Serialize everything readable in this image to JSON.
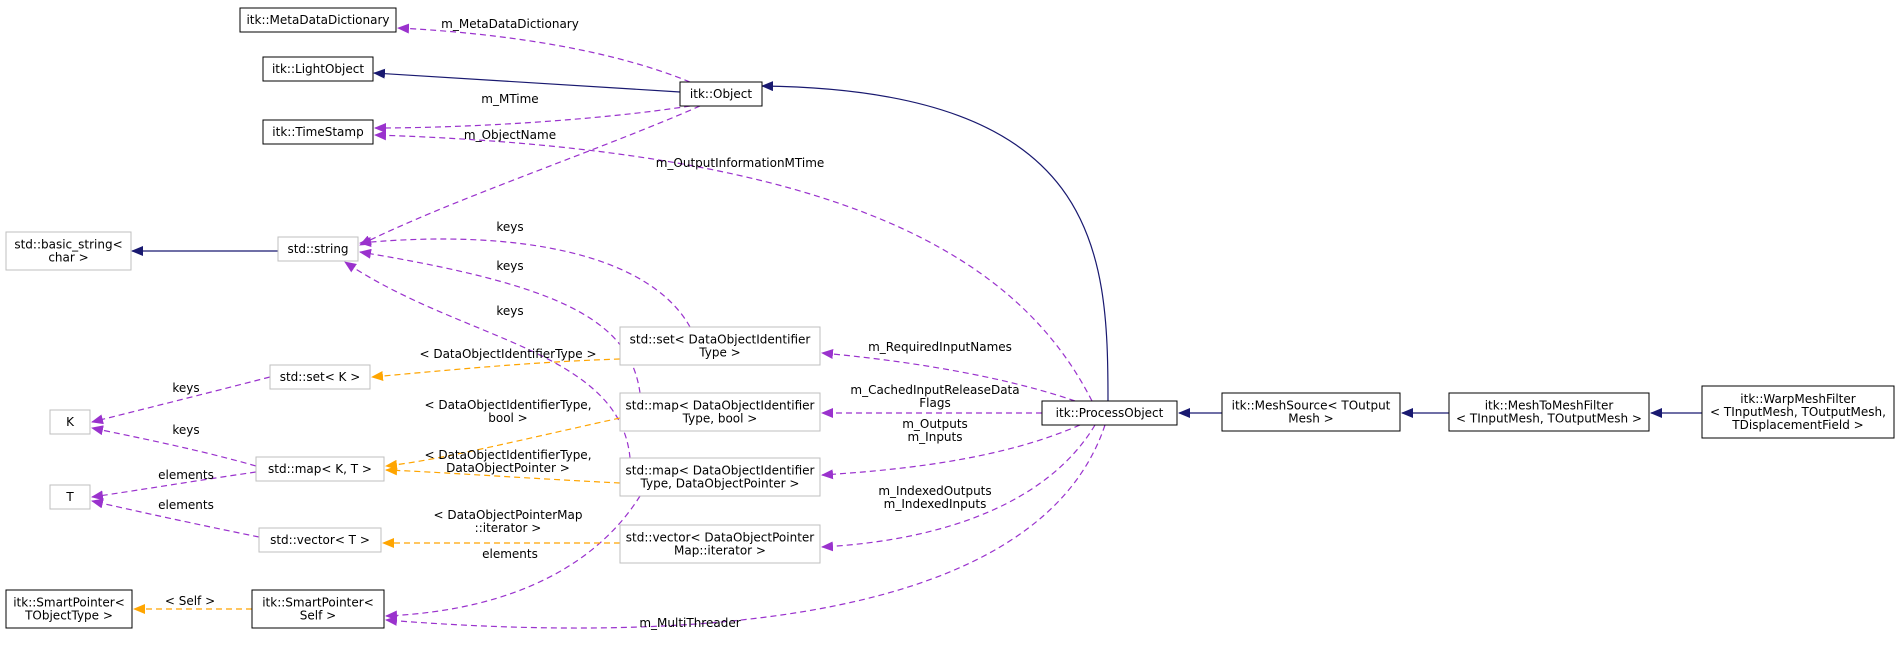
{
  "colors": {
    "inherit": "#191970",
    "member": "#9a32cd",
    "template": "#ffa500",
    "box_solid": "#000000",
    "box_gray": "#bfbfbf",
    "focus_fill": "#bfbfbf"
  },
  "nodes": {
    "metadata_dictionary": {
      "lines": [
        "itk::MetaDataDictionary"
      ]
    },
    "light_object": {
      "lines": [
        "itk::LightObject"
      ]
    },
    "time_stamp": {
      "lines": [
        "itk::TimeStamp"
      ]
    },
    "object": {
      "lines": [
        "itk::Object"
      ]
    },
    "basic_string": {
      "lines": [
        "std::basic_string<",
        "char >"
      ]
    },
    "string": {
      "lines": [
        "std::string"
      ]
    },
    "k": {
      "lines": [
        "K"
      ]
    },
    "t": {
      "lines": [
        "T"
      ]
    },
    "set_k": {
      "lines": [
        "std::set< K >"
      ]
    },
    "map_kt": {
      "lines": [
        "std::map< K, T >"
      ]
    },
    "vector_t": {
      "lines": [
        "std::vector< T >"
      ]
    },
    "smart_pointer_type": {
      "lines": [
        "itk::SmartPointer<",
        "TObjectType >"
      ]
    },
    "smart_pointer_self": {
      "lines": [
        "itk::SmartPointer<",
        "Self >"
      ]
    },
    "set_doi": {
      "lines": [
        "std::set< DataObjectIdentifier",
        "Type >"
      ]
    },
    "map_doi_bool": {
      "lines": [
        "std::map< DataObjectIdentifier",
        "Type, bool >"
      ]
    },
    "map_doi_ptr": {
      "lines": [
        "std::map< DataObjectIdentifier",
        "Type, DataObjectPointer >"
      ]
    },
    "vector_dop": {
      "lines": [
        "std::vector< DataObjectPointer",
        "Map::iterator >"
      ]
    },
    "process_object": {
      "lines": [
        "itk::ProcessObject"
      ]
    },
    "mesh_source": {
      "lines": [
        "itk::MeshSource< TOutput",
        "Mesh >"
      ]
    },
    "mesh_to_mesh": {
      "lines": [
        "itk::MeshToMeshFilter",
        "< TInputMesh, TOutputMesh >"
      ]
    },
    "warp_mesh": {
      "lines": [
        "itk::WarpMeshFilter",
        "< TInputMesh, TOutputMesh,",
        "TDisplacementField >"
      ]
    }
  },
  "edges": {
    "e_obj_mdd": {
      "lines": [
        "m_MetaDataDictionary"
      ]
    },
    "e_obj_ts": {
      "lines": [
        "m_MTime"
      ]
    },
    "e_obj_str": {
      "lines": [
        "m_ObjectName"
      ]
    },
    "e_po_ts": {
      "lines": [
        "m_OutputInformationMTime"
      ]
    },
    "e_setdoi_str": {
      "lines": [
        "keys"
      ]
    },
    "e_mapbool_str": {
      "lines": [
        "keys"
      ]
    },
    "e_mapptr_str": {
      "lines": [
        "keys"
      ]
    },
    "e_setk_k": {
      "lines": [
        "keys"
      ]
    },
    "e_mapkt_k": {
      "lines": [
        "keys"
      ]
    },
    "e_mapkt_t": {
      "lines": [
        "elements"
      ]
    },
    "e_vect_t": {
      "lines": [
        "elements"
      ]
    },
    "e_mapptr_sp": {
      "lines": [
        "elements"
      ]
    },
    "e_setdoi_setk": {
      "lines": [
        "< DataObjectIdentifierType >"
      ]
    },
    "e_mapbool_mapkt": {
      "lines": [
        "< DataObjectIdentifierType,",
        "bool >"
      ]
    },
    "e_mapptr_mapkt": {
      "lines": [
        "< DataObjectIdentifierType,",
        "DataObjectPointer >"
      ]
    },
    "e_vecdop_vect": {
      "lines": [
        "< DataObjectPointerMap",
        "::iterator >"
      ]
    },
    "e_spself_sptype": {
      "lines": [
        "< Self >"
      ]
    },
    "e_po_setdoi": {
      "lines": [
        "m_RequiredInputNames"
      ]
    },
    "e_po_mapbool": {
      "lines": [
        "m_CachedInputReleaseData",
        "Flags"
      ]
    },
    "e_po_mapptr": {
      "lines": [
        "m_Outputs",
        "m_Inputs"
      ]
    },
    "e_po_vecdop": {
      "lines": [
        "m_IndexedOutputs",
        "m_IndexedInputs"
      ]
    },
    "e_po_sp": {
      "lines": [
        "m_MultiThreader"
      ]
    }
  }
}
